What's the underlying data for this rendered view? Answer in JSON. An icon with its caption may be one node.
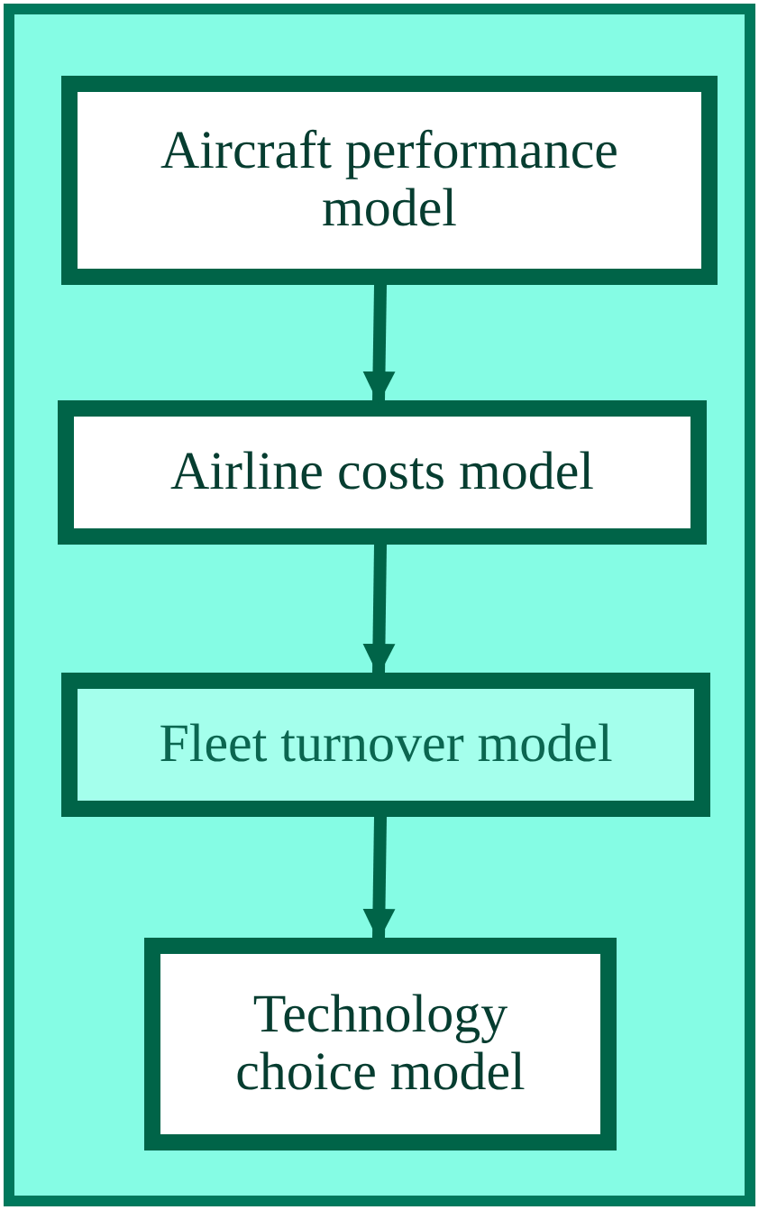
{
  "diagram": {
    "nodes": [
      {
        "text": [],
        "shape": "box"
      },
      {
        "text": [
          "Aircraft performance model"
        ],
        "in": 0
      },
      {
        "text": [
          "Airline costs model"
        ],
        "in": 0
      },
      {
        "text": [
          "Fleet turnover model"
        ],
        "in": 0
      },
      {
        "text": [
          "Technology choice model"
        ],
        "in": 0
      }
    ],
    "edges": [
      {
        "from": 1,
        "to": 2,
        "arrow": "to"
      },
      {
        "from": 2,
        "to": 3,
        "arrow": "to"
      },
      {
        "from": 3,
        "to": 4,
        "arrow": "to"
      }
    ]
  }
}
